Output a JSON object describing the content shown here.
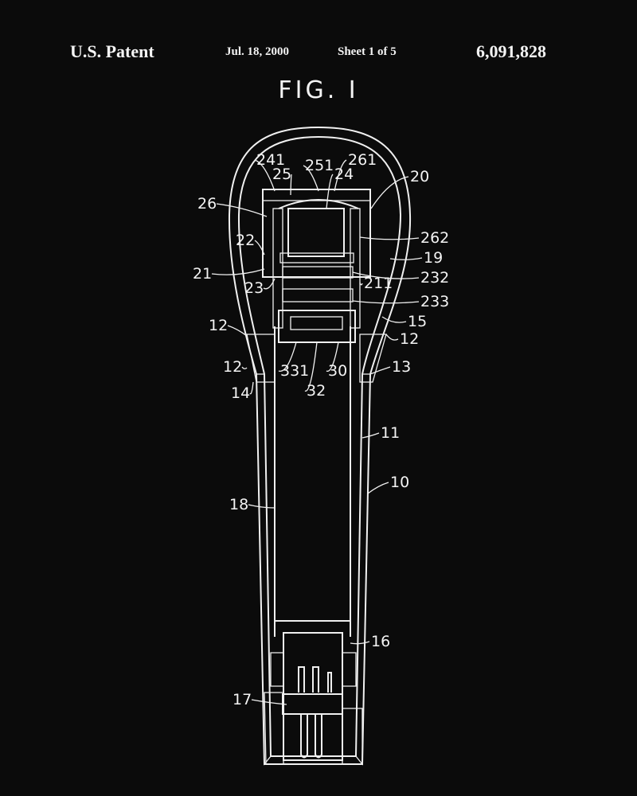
{
  "header": {
    "office": "U.S. Patent",
    "date": "Jul. 18, 2000",
    "sheet": "Sheet 1 of 5",
    "number": "6,091,828"
  },
  "figure": {
    "title": "FIG. I",
    "labels": [
      "241",
      "251",
      "261",
      "25",
      "24",
      "20",
      "26",
      "262",
      "22",
      "19",
      "21",
      "232",
      "23",
      "211",
      "233",
      "15",
      "12",
      "12",
      "331",
      "30",
      "12",
      "13",
      "32",
      "14",
      "11",
      "10",
      "18",
      "16",
      "17"
    ]
  },
  "colors": {
    "background": "#0b0b0b",
    "ink": "#f4f4f4"
  }
}
